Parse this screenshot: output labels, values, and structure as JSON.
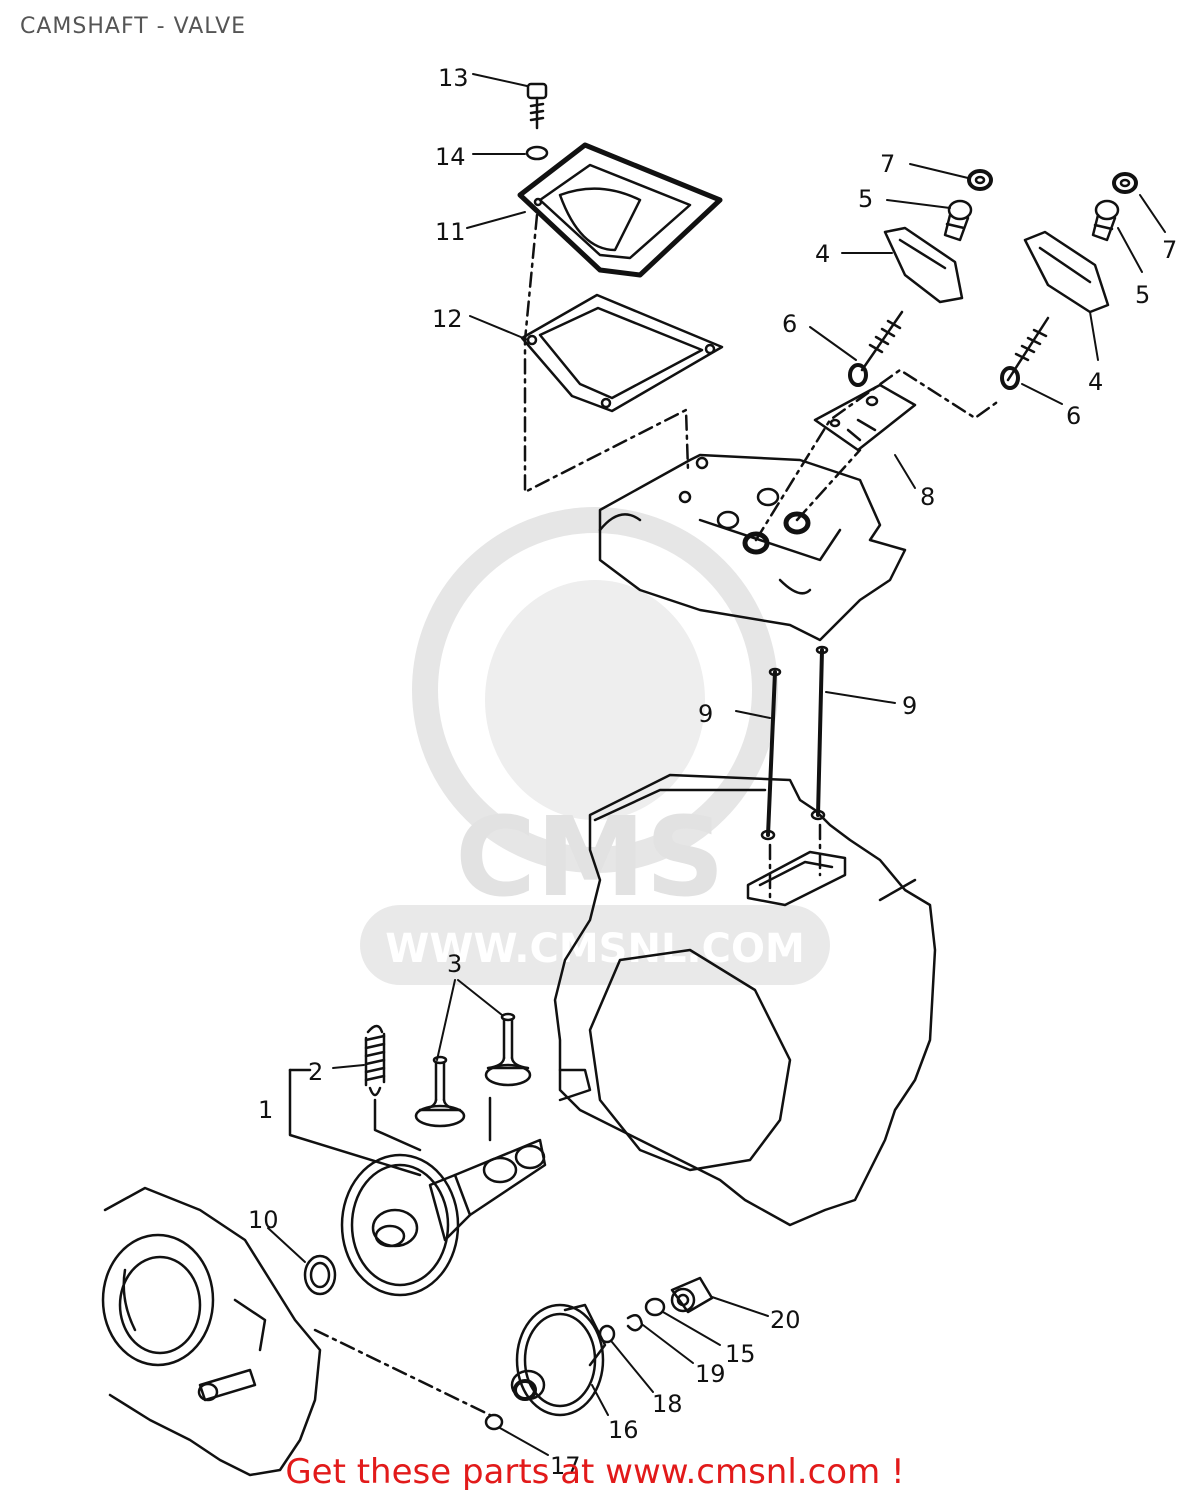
{
  "header": {
    "title": "CAMSHAFT - VALVE"
  },
  "footer": {
    "text": "Get these parts at www.cmsnl.com !"
  },
  "watermark": {
    "brand": "CMS",
    "url": "WWW.CMSNL.COM",
    "color": "#e6e6e6"
  },
  "callouts": [
    "13",
    "14",
    "11",
    "12",
    "7",
    "5",
    "4",
    "6",
    "8",
    "7",
    "5",
    "4",
    "6",
    "9",
    "9",
    "3",
    "2",
    "1",
    "10",
    "20",
    "15",
    "19",
    "18",
    "16",
    "17"
  ],
  "colors": {
    "ink": "#111111",
    "footer": "#e21a1a",
    "title": "#555555"
  }
}
